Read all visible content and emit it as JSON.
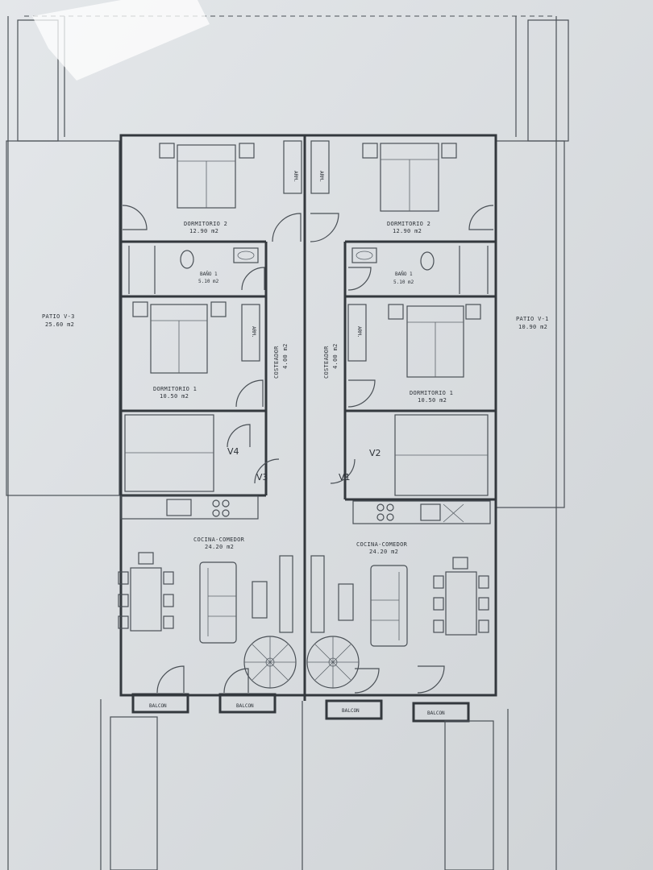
{
  "plan": {
    "left_unit": {
      "dormitorio2": {
        "name": "DORMITORIO 2",
        "area": "12.90 m2"
      },
      "bano1": {
        "name": "BAÑO 1",
        "area": "5.10 m2"
      },
      "dormitorio1": {
        "name": "DORMITORIO 1",
        "area": "10.50 m2"
      },
      "costeador": {
        "name": "COSTEADOR",
        "area": "4.00 m2"
      },
      "cocina": {
        "name": "COCINA-COMEDOR",
        "area": "24.20 m2"
      },
      "patio": {
        "name": "PATIO V-3",
        "area": "25.60 m2"
      },
      "balcon_a": "BALCON",
      "balcon_b": "BALCON",
      "arm_a": "ARM.",
      "arm_b": "ARM.",
      "window_a": "V4",
      "window_b": "V3"
    },
    "right_unit": {
      "dormitorio2": {
        "name": "DORMITORIO 2",
        "area": "12.90 m2"
      },
      "bano1": {
        "name": "BAÑO 1",
        "area": "5.10 m2"
      },
      "dormitorio1": {
        "name": "DORMITORIO 1",
        "area": "10.50 m2"
      },
      "costeador": {
        "name": "COSTEADOR",
        "area": "4.00 m2"
      },
      "cocina": {
        "name": "COCINA-COMEDOR",
        "area": "24.20 m2"
      },
      "patio": {
        "name": "PATIO V-1",
        "area": "10.90 m2"
      },
      "balcon_a": "BALCON",
      "balcon_b": "BALCON",
      "arm_a": "ARM.",
      "arm_b": "ARM.",
      "window_a": "V2",
      "window_b": "V1"
    }
  }
}
